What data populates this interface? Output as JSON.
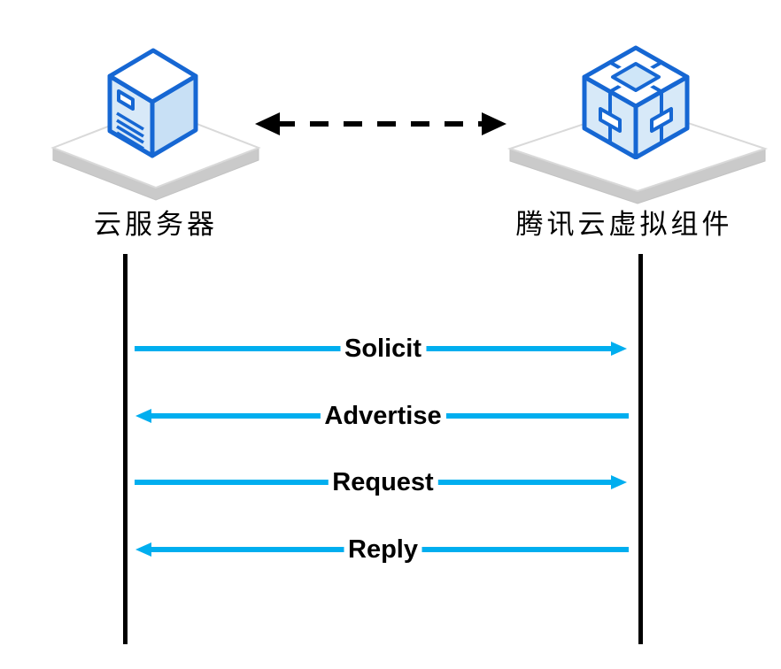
{
  "diagram": {
    "actors": {
      "left": {
        "label": "云服务器",
        "icon": "server-icon"
      },
      "right": {
        "label": "腾讯云虚拟组件",
        "icon": "cube-icon"
      }
    },
    "top_link": {
      "style": "dashed",
      "direction": "bidirectional",
      "color": "#000000"
    },
    "messages": [
      {
        "label": "Solicit",
        "direction": "right"
      },
      {
        "label": "Advertise",
        "direction": "left"
      },
      {
        "label": "Request",
        "direction": "right"
      },
      {
        "label": "Reply",
        "direction": "left"
      }
    ],
    "colors": {
      "message_arrow": "#00AEEF",
      "lifeline": "#000000",
      "icon_stroke": "#1667D3",
      "icon_face_fill": "#D8E9F8",
      "platform_side": "#CACACA",
      "platform_stroke": "#D9D9D9"
    }
  }
}
